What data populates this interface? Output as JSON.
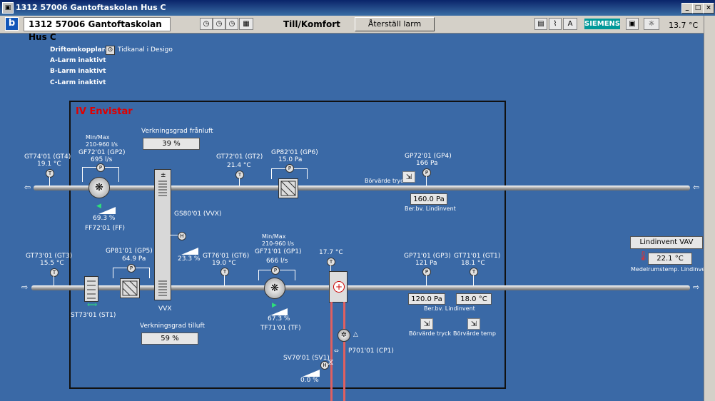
{
  "window": {
    "title": "1312 57006 Gantoftaskolan Hus C",
    "logo": "b"
  },
  "toolbar": {
    "site": "1312 57006 Gantoftaskolan Hus C",
    "mode": "Till/Komfort",
    "reset_button": "Återställ larm",
    "brand": "SIEMENS",
    "outdoor_temp": "13.7 °C"
  },
  "status": {
    "drift_label": "Driftomkopplare",
    "drift_value": "Tidkanal i Desigo",
    "a_larm": "A-Larm inaktivt",
    "b_larm": "B-Larm inaktivt",
    "c_larm": "C-Larm inaktivt"
  },
  "unit": {
    "title": "IV Envistar",
    "vg_franluft_label": "Verkningsgrad frånluft",
    "vg_franluft_value": "39 %",
    "vg_tilluft_label": "Verkningsgrad tilluft",
    "vg_tilluft_value": "59 %",
    "ff_minmax": "Min/Max",
    "ff_range": "210-960 l/s",
    "ff_name": "GF72'01 (GP2)",
    "ff_flow": "695 l/s",
    "ff_speed": "69.3 %",
    "ff_id": "FF72'01 (FF)",
    "gt74_name": "GT74'01 (GT4)",
    "gt74_val": "19.1 °C",
    "gt72_name": "GT72'01 (GT2)",
    "gt72_val": "21.4 °C",
    "gp82_name": "GP82'01 (GP6)",
    "gp82_val": "15.0 Pa",
    "gp72_name": "GP72'01 (GP4)",
    "gp72_val": "166 Pa",
    "borvarde_tryck": "Börvärde tryck",
    "ber_franluft": "160.0 Pa",
    "ber_label": "Ber.bv. Lindinvent",
    "gs80_name": "GS80'01 (VVX)",
    "vvx_label": "VVX",
    "vvx_pct": "23.3 %",
    "gt73_name": "GT73'01 (GT3)",
    "gt73_val": "15.5 °C",
    "gp81_name": "GP81'01 (GP5)",
    "gp81_val": "64.9 Pa",
    "gt76_name": "GT76'01 (GT6)",
    "gt76_val": "19.0 °C",
    "tf_minmax": "Min/Max",
    "tf_range": "210-960 l/s",
    "tf_name": "GF71'01 (GP1)",
    "tf_flow": "666 l/s",
    "tf_speed": "67.3 %",
    "tf_id": "TF71'01 (TF)",
    "gt_heat_val": "17.7 °C",
    "gp71_name": "GP71'01 (GP3)",
    "gp71_val": "121 Pa",
    "gt71_name": "GT71'01 (GT1)",
    "gt71_val": "18.1 °C",
    "ber_tilluft_p": "120.0 Pa",
    "ber_tilluft_t": "18.0 °C",
    "ber_label2": "Ber.bv. Lindinvent",
    "borvarde_tryck2": "Börvärde tryck",
    "borvarde_temp": "Börvärde temp",
    "st73_name": "ST73'01 (ST1)",
    "p701_name": "P701'01 (CP1)",
    "sv70_name": "SV70'01 (SV1)",
    "sv70_val": "0.0 %"
  },
  "right": {
    "lindinvent": "Lindinvent VAV",
    "medel_val": "22.1 °C",
    "medel_label": "Medelrumstemp. Lindinvent"
  }
}
